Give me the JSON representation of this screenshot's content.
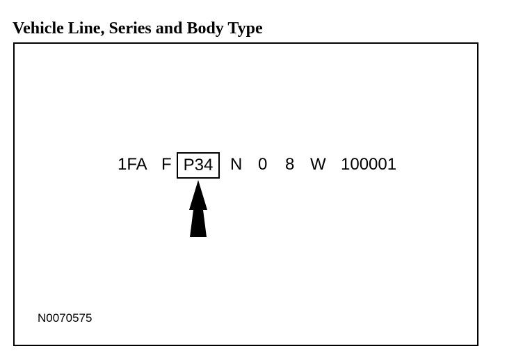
{
  "title": "Vehicle Line, Series and Body Type",
  "vin": {
    "segments": [
      {
        "text": "1FA"
      },
      {
        "text": "F"
      },
      {
        "text": "P34"
      },
      {
        "text": "N"
      },
      {
        "text": "0"
      },
      {
        "text": "8"
      },
      {
        "text": "W"
      },
      {
        "text": "100001"
      }
    ]
  },
  "reference_code": "N0070575",
  "colors": {
    "ink": "#000000",
    "background": "#ffffff"
  },
  "icons": {
    "pointer": "arrow-up-icon"
  }
}
